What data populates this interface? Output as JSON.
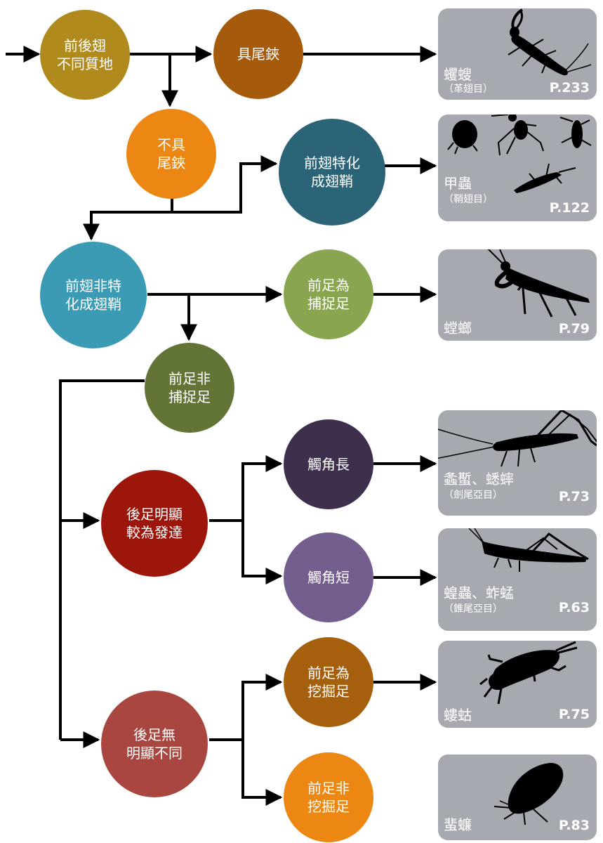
{
  "nodes": {
    "root": {
      "label": "前後翅\n不同質地",
      "color": "#b08a1d"
    },
    "has_cerci": {
      "label": "具尾鋏",
      "color": "#a65a0c"
    },
    "no_cerci": {
      "label": "不具\n尾鋏",
      "color": "#eb8712"
    },
    "elytra": {
      "label": "前翅特化\n成翅鞘",
      "color": "#2c6477"
    },
    "not_elytra": {
      "label": "前翅非特\n化成翅鞘",
      "color": "#3b9bb4"
    },
    "raptorial": {
      "label": "前足為\n捕捉足",
      "color": "#89a550"
    },
    "not_raptorial": {
      "label": "前足非\n捕捉足",
      "color": "#627536"
    },
    "hind_developed": {
      "label": "後足明顯\n較為發達",
      "color": "#9c160c"
    },
    "long_antennae": {
      "label": "觸角長",
      "color": "#3e304d"
    },
    "short_antennae": {
      "label": "觸角短",
      "color": "#735e8e"
    },
    "hind_normal": {
      "label": "後足無\n明顯不同",
      "color": "#a9463f"
    },
    "fossorial": {
      "label": "前足為\n挖掘足",
      "color": "#a6600d"
    },
    "not_fossorial": {
      "label": "前足非\n挖掘足",
      "color": "#eb8712"
    }
  },
  "cards": [
    {
      "name": "蠼螋",
      "order": "（革翅目）",
      "page": "P.233",
      "icon": "earwig-icon"
    },
    {
      "name": "甲蟲",
      "order": "（鞘翅目）",
      "page": "P.122",
      "icon": "beetle-icon"
    },
    {
      "name": "螳螂",
      "order": "",
      "page": "P.79",
      "icon": "mantis-icon"
    },
    {
      "name": "螽蟴、蟋蟀",
      "order": "（劍尾亞目）",
      "page": "P.73",
      "icon": "katydid-icon"
    },
    {
      "name": "蝗蟲、蚱蜢",
      "order": "（錐尾亞目）",
      "page": "P.63",
      "icon": "grasshopper-icon"
    },
    {
      "name": "螻蛄",
      "order": "",
      "page": "P.75",
      "icon": "mole-cricket-icon"
    },
    {
      "name": "蜚蠊",
      "order": "",
      "page": "P.83",
      "icon": "cockroach-icon"
    }
  ],
  "colors": {
    "line": "#000000",
    "card_bg": "#a6aab0",
    "card_text": "#ffffff",
    "silhouette": "#000000"
  }
}
